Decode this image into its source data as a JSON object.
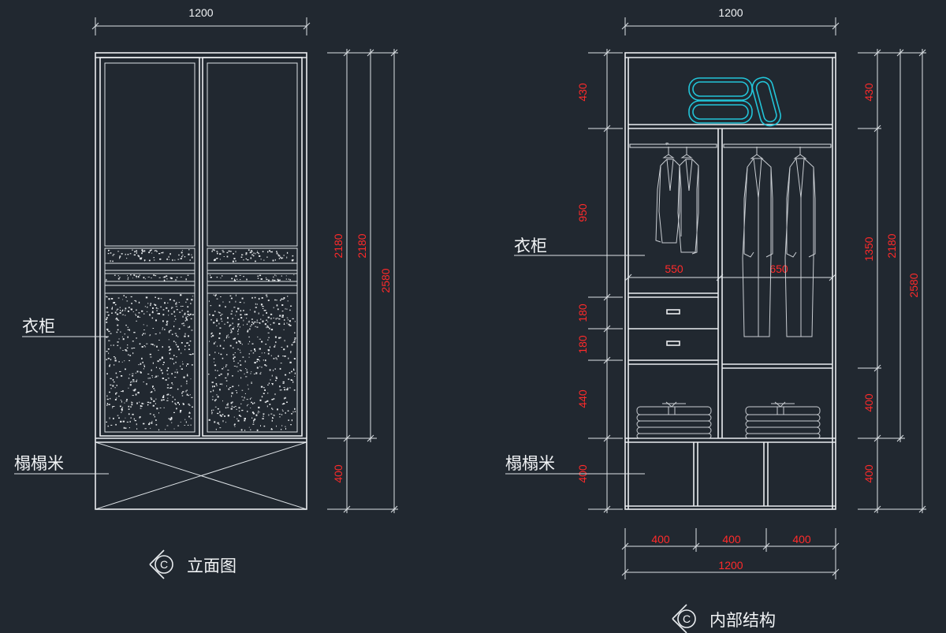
{
  "elevation": {
    "width_dim": "1200",
    "label_wardrobe": "衣柜",
    "label_tatami": "榻榻米",
    "dim_2180_a": "2180",
    "dim_2180_b": "2180",
    "dim_2580": "2580",
    "dim_400": "400",
    "title_marker": "C",
    "title": "立面图"
  },
  "interior": {
    "width_dim_top": "1200",
    "label_wardrobe": "衣柜",
    "label_tatami": "榻榻米",
    "left_dims": [
      "430",
      "950",
      "180",
      "180",
      "440",
      "400"
    ],
    "right_dims_inner": [
      "430",
      "1350",
      "400",
      "400"
    ],
    "right_dim_2180": "2180",
    "right_dim_2580": "2580",
    "bay_550": "550",
    "bay_650": "650",
    "bottom_dims": [
      "400",
      "400",
      "400"
    ],
    "bottom_total": "1200",
    "title_marker": "C",
    "title": "内部结构"
  },
  "colors": {
    "background": "#212830",
    "lines": "#e9ecef",
    "dimension_text": "#ff2a2a",
    "accent_cyan": "#22c4d8"
  }
}
